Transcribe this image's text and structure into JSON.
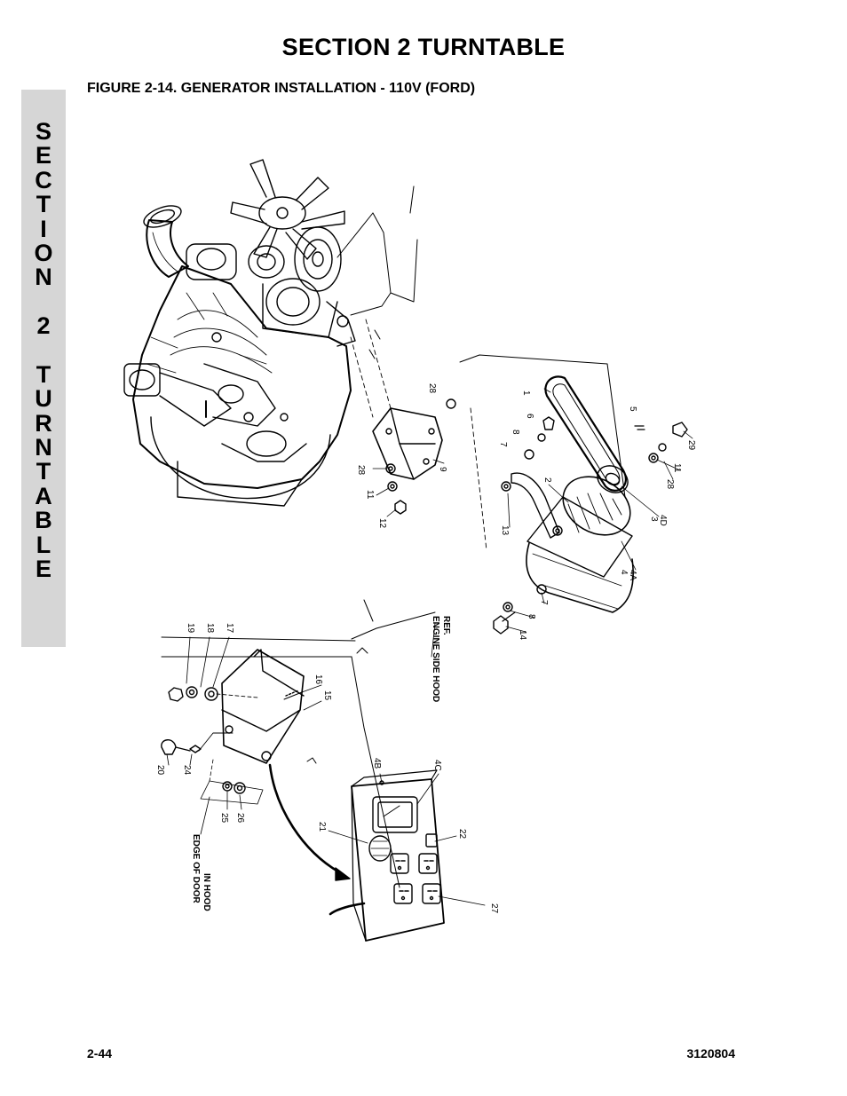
{
  "header": {
    "section_title": "SECTION 2  TURNTABLE",
    "figure_title": "FIGURE 2-14.  GENERATOR INSTALLATION - 110V (FORD)"
  },
  "side_tab": {
    "letters": [
      "S",
      "E",
      "C",
      "T",
      "I",
      "O",
      "N",
      " ",
      "2",
      " ",
      "T",
      "U",
      "R",
      "N",
      "T",
      "A",
      "B",
      "L",
      "E"
    ]
  },
  "figure": {
    "callouts": {
      "c1": "1",
      "c2": "2",
      "c3": "3",
      "c4": "4",
      "c4a": "4A",
      "c4b": "4B",
      "c4c": "4C",
      "c4d": "4D",
      "c5": "5",
      "c6": "6",
      "c7a": "7",
      "c7b": "7",
      "c8a": "8",
      "c8b": "8",
      "c9": "9",
      "c11a": "11",
      "c11b": "11",
      "c12": "12",
      "c13": "13",
      "c14": "14",
      "c15": "15",
      "c16": "16",
      "c17": "17",
      "c18": "18",
      "c19": "19",
      "c20": "20",
      "c21": "21",
      "c22": "22",
      "c24": "24",
      "c25": "25",
      "c26": "26",
      "c27": "27",
      "c28a": "28",
      "c28b": "28",
      "c28c": "28",
      "c29": "29"
    },
    "labels": {
      "hood_line1": "ENGINE SIDE HOOD",
      "hood_line2": "REF.",
      "door_line1": "EDGE OF DOOR",
      "door_line2": "IN HOOD"
    }
  },
  "footer": {
    "page_number": "2-44",
    "doc_number": "3120804"
  }
}
